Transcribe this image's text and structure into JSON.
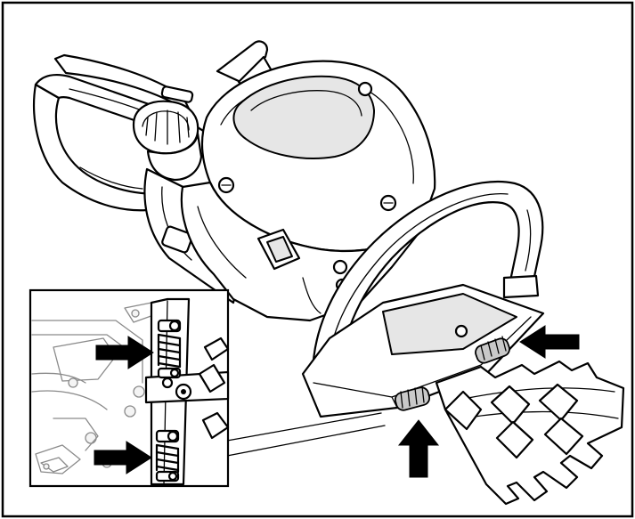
{
  "figure": {
    "subject": "hedge-trimmer-engine-unit",
    "frame_color": "#000000",
    "background": "#ffffff",
    "arrow_color": "#000000",
    "arrows": [
      {
        "id": "arrow-right-mount",
        "points": "left",
        "icon": "arrow-left-icon"
      },
      {
        "id": "arrow-bottom-mount",
        "points": "up",
        "icon": "arrow-up-icon"
      },
      {
        "id": "inset-arrow-upper-spring",
        "points": "right",
        "icon": "arrow-right-icon"
      },
      {
        "id": "inset-arrow-lower-spring",
        "points": "right",
        "icon": "arrow-right-icon"
      }
    ],
    "inset": {
      "shows": "anti-vibration-springs",
      "spring_count": 2
    }
  }
}
